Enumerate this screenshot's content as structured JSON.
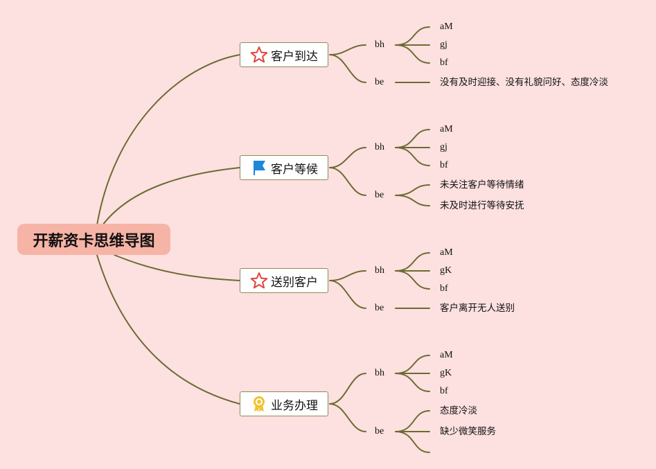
{
  "root": {
    "title": "开薪资卡思维导图"
  },
  "branches": [
    {
      "title": "客户到达",
      "icon": "star-outline-icon",
      "groups": [
        {
          "label": "bh",
          "items": [
            "aM",
            "gj",
            "bf"
          ]
        },
        {
          "label": "be",
          "items": [
            "没有及时迎接、没有礼貌问好、态度冷淡"
          ]
        }
      ]
    },
    {
      "title": "客户等候",
      "icon": "blue-flag-icon",
      "groups": [
        {
          "label": "bh",
          "items": [
            "aM",
            "gj",
            "bf"
          ]
        },
        {
          "label": "be",
          "items": [
            "未关注客户等待情绪",
            "未及时进行等待安抚"
          ]
        }
      ]
    },
    {
      "title": "送别客户",
      "icon": "star-outline-icon",
      "groups": [
        {
          "label": "bh",
          "items": [
            "aM",
            "gK",
            "bf"
          ]
        },
        {
          "label": "be",
          "items": [
            "客户离开无人送别"
          ]
        }
      ]
    },
    {
      "title": "业务办理",
      "icon": "award-ribbon-icon",
      "groups": [
        {
          "label": "bh",
          "items": [
            "aM",
            "gK",
            "bf"
          ]
        },
        {
          "label": "be",
          "items": [
            "态度冷淡",
            "缺少微笑服务",
            ""
          ]
        }
      ]
    }
  ],
  "colors": {
    "background": "#fde0e0",
    "root_fill": "#f6b4a7",
    "connector": "#6b6b30",
    "star": "#e0443c",
    "flag": "#1e88d8",
    "award": "#f2c230"
  }
}
